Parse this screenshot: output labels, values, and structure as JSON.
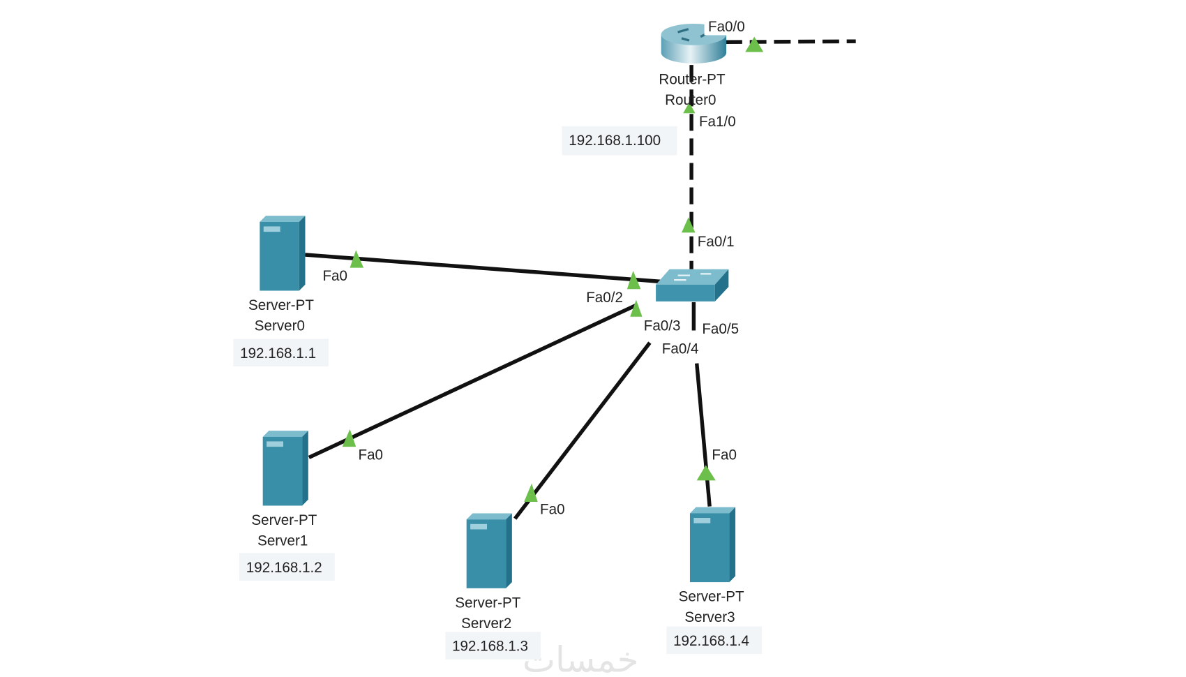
{
  "colors": {
    "link": "#111111",
    "port_up": "#6cbf4b",
    "device": "#3a8fa8",
    "ip_box": "#f2f5f7"
  },
  "router": {
    "model": "Router-PT",
    "name": "Router0",
    "ports": {
      "wan": "Fa0/0",
      "lan": "Fa1/0"
    },
    "ip": "192.168.1.100"
  },
  "switch": {
    "ports": {
      "uplink": "Fa0/1",
      "s0": "Fa0/2",
      "s1": "Fa0/3",
      "s2": "Fa0/4",
      "s3": "Fa0/5"
    }
  },
  "servers": [
    {
      "model": "Server-PT",
      "name": "Server0",
      "port": "Fa0",
      "ip": "192.168.1.1"
    },
    {
      "model": "Server-PT",
      "name": "Server1",
      "port": "Fa0",
      "ip": "192.168.1.2"
    },
    {
      "model": "Server-PT",
      "name": "Server2",
      "port": "Fa0",
      "ip": "192.168.1.3"
    },
    {
      "model": "Server-PT",
      "name": "Server3",
      "port": "Fa0",
      "ip": "192.168.1.4"
    }
  ],
  "watermark": "خمسات"
}
